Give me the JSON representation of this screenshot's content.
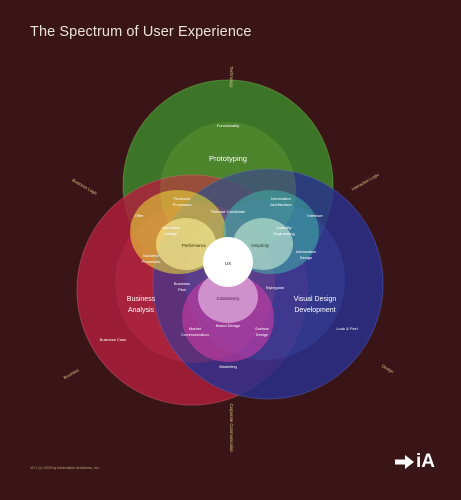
{
  "title": "The Spectrum of User Experience",
  "circles": {
    "top": {
      "heading": "Prototyping",
      "fill": "#3d8a2c",
      "edge": "#6fb349"
    },
    "left": {
      "heading_lines": [
        "Business",
        "Analysis"
      ],
      "fill": "#b01e3c",
      "edge": "#d65a6d"
    },
    "right": {
      "heading_lines": [
        "Visual Design",
        "Development"
      ],
      "fill": "#28318f",
      "edge": "#4f5fbd"
    }
  },
  "labels": {
    "functionality": "Functionality",
    "offer": "Offer",
    "financed_processes": [
      "Financed",
      "Processes"
    ],
    "release_candidate": "Release Candidate",
    "information_architecture": [
      "Information",
      "Architecture"
    ],
    "interface": "Interface",
    "interactive_design": [
      "Interactive",
      "Design"
    ],
    "performance": "Performance",
    "simplicity": "Simplicity",
    "usability_engineering": [
      "Usability",
      "Engineering"
    ],
    "backend_processes": [
      "Backend",
      "Processes"
    ],
    "ux": "UX",
    "information_design": [
      "Information",
      "Design"
    ],
    "business_plan": [
      "Business",
      "Plan"
    ],
    "styleguide": "Styleguide",
    "consistency": "Consistency",
    "brand_design": "Brand Design",
    "market_communication": [
      "Market",
      "Communication"
    ],
    "surface_design": [
      "Surface",
      "Design"
    ],
    "business_case": "Business Case",
    "look_feel": "Look & Feel",
    "marketing": "Marketing"
  },
  "axes": {
    "technology": "Technology",
    "business_logic": "Business Logic",
    "interaction_logic": "Interaction Logic",
    "business": "Business",
    "design": "Design",
    "corporate_communication": "Corporate Communication"
  },
  "footer": "V0.1 (c) 2009 by Information Architects, Inc.",
  "logo": "iA"
}
